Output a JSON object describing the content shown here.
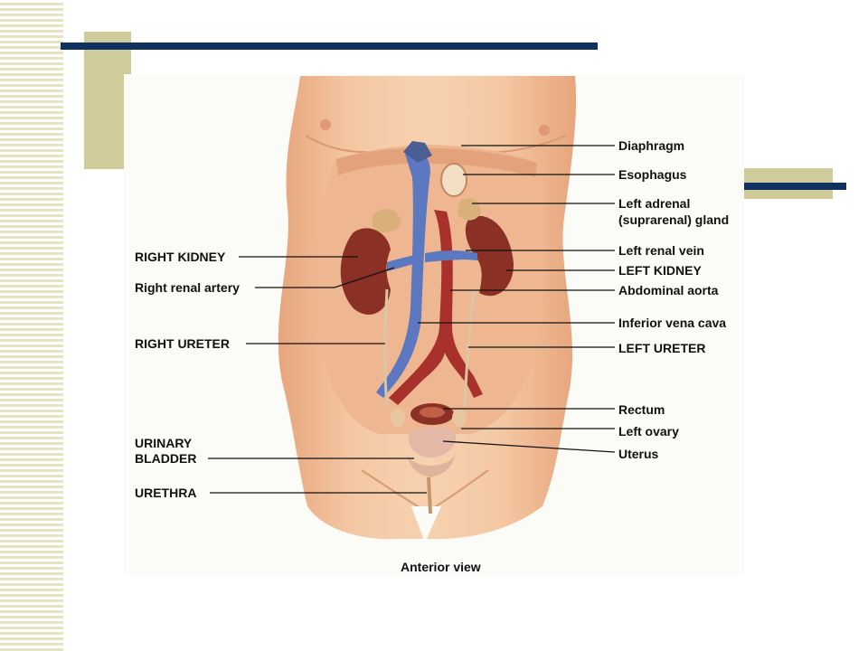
{
  "colors": {
    "slide_navy": "#0f3261",
    "slide_khaki": "#cfcb9a",
    "skin": "#f2c09a",
    "vein_blue": "#5b78c0",
    "artery_red": "#a8322b",
    "kidney": "#8a3024"
  },
  "labels_right": {
    "diaphragm": "Diaphragm",
    "esophagus": "Esophagus",
    "left_adrenal_1": "Left adrenal",
    "left_adrenal_2": "(suprarenal) gland",
    "left_renal_vein": "Left renal vein",
    "left_kidney": "LEFT KIDNEY",
    "abdominal_aorta": "Abdominal aorta",
    "inferior_vena_cava": "Inferior vena cava",
    "left_ureter": "LEFT URETER",
    "rectum": "Rectum",
    "left_ovary": "Left ovary",
    "uterus": "Uterus"
  },
  "labels_left": {
    "right_kidney": "RIGHT KIDNEY",
    "right_renal_artery": "Right renal artery",
    "right_ureter": "RIGHT URETER",
    "urinary_bladder_1": "URINARY",
    "urinary_bladder_2": "BLADDER",
    "urethra": "URETHRA"
  },
  "caption": "Anterior view"
}
